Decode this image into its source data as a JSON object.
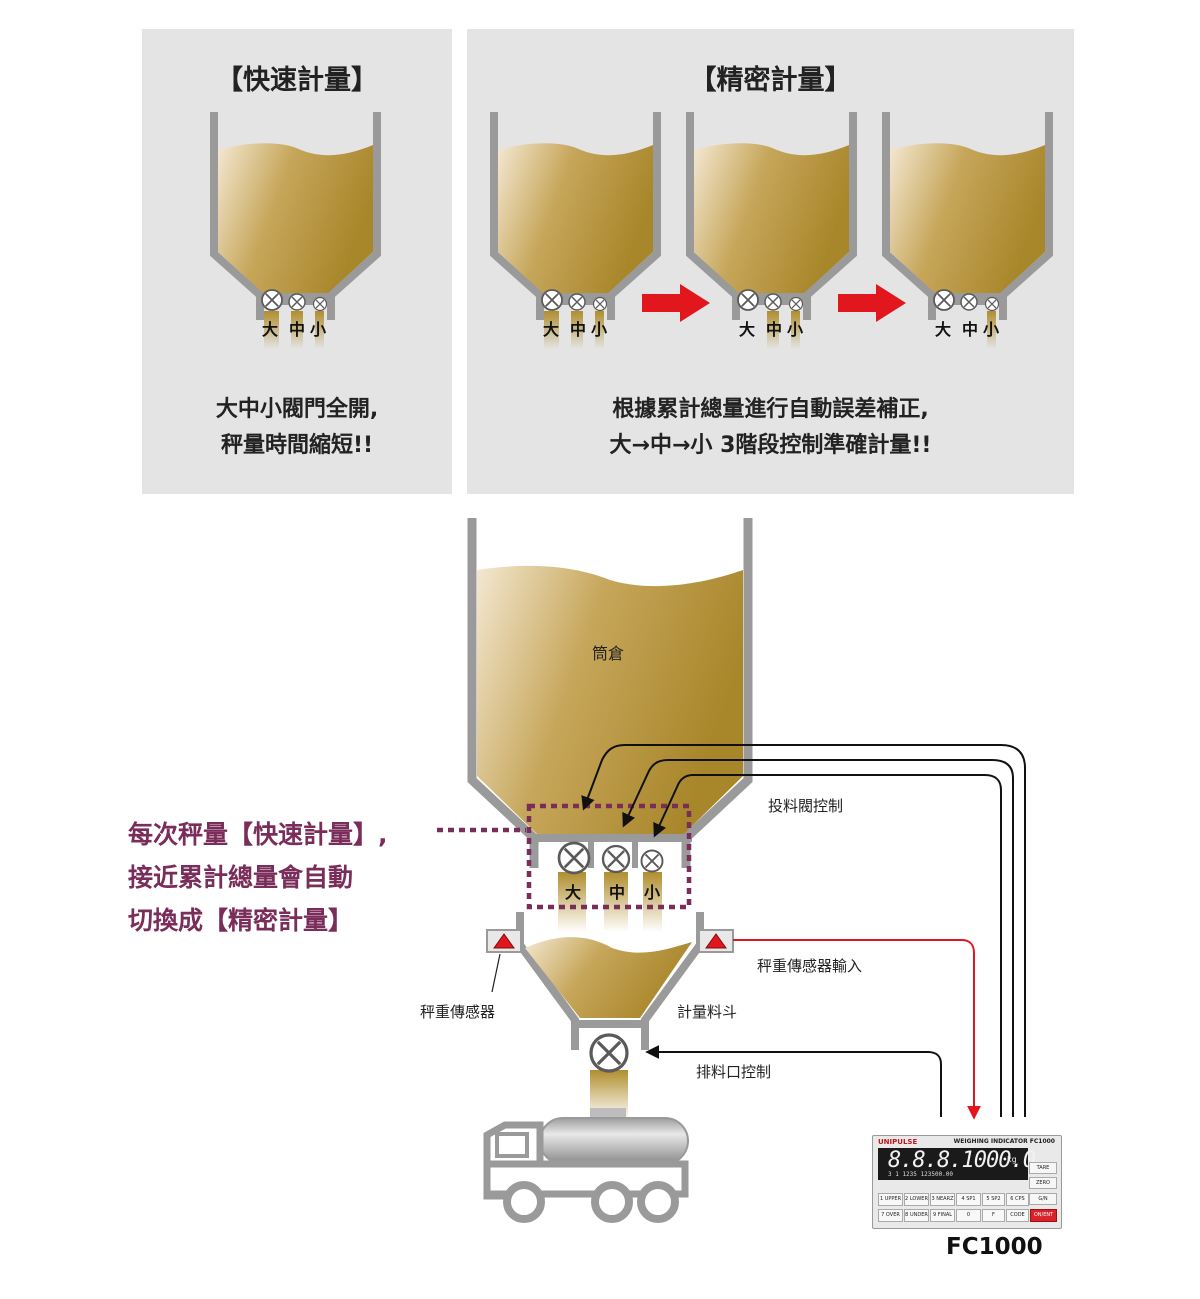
{
  "panels": {
    "fast": {
      "title": "【快速計量】",
      "desc_line1": "大中小閥門全開,",
      "desc_line2": "秤量時間縮短!!"
    },
    "precise": {
      "title": "【精密計量】",
      "desc_line1": "根據累計總量進行自動誤差補正,",
      "desc_line2": "大→中→小 3階段控制準確計量!!"
    }
  },
  "valve_labels": {
    "large": "大",
    "medium": "中",
    "small": "小"
  },
  "diagram": {
    "silo_label": "筒倉",
    "feed_valve_control": "投料閥控制",
    "load_cell_input": "秤重傳感器輸入",
    "load_cell": "秤重傳感器",
    "weigh_hopper": "計量料斗",
    "discharge_control": "排料口控制",
    "note_line1": "每次秤量【快速計量】,",
    "note_line2": "接近累計總量會自動",
    "note_line3": "切換成【精密計量】"
  },
  "device": {
    "brand": "UNIPULSE",
    "title": "WEIGHING INDICATOR FC1000",
    "display_main": "8.8.8.1000.0",
    "display_unit": "kg",
    "display_sub": "3 1    1235    123500.00",
    "side_keys": [
      "TARE",
      "ZERO",
      "G/N"
    ],
    "keys_row1": [
      "1 UPPER",
      "2 LOWER",
      "3 NEARZ",
      "4 SP1",
      "5 SP2",
      "6 CPS"
    ],
    "keys_row2": [
      "7 OVER",
      "8 UNDER",
      "9 FINAL",
      "0",
      "F",
      "CODE",
      "ON/ENT"
    ],
    "model": "FC1000"
  },
  "colors": {
    "material": "#b08e2e",
    "material_light": "#f3e6cc",
    "hopper_wall": "#9a9a9a",
    "arrow_red": "#e2171d",
    "note_purple": "#7a2d5a",
    "panel_bg": "#e4e4e4"
  }
}
